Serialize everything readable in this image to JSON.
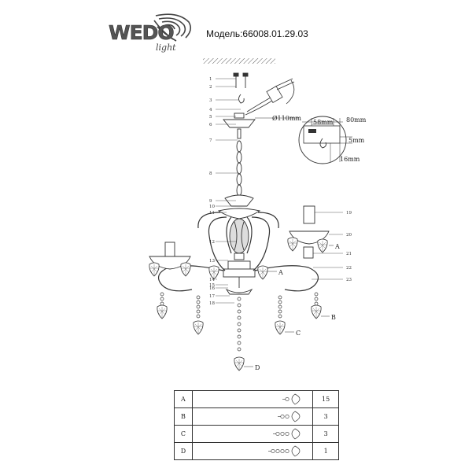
{
  "brand": {
    "name": "WEDO",
    "script": "light"
  },
  "model": {
    "label": "Модель:66008.01.29.03"
  },
  "callouts": {
    "left": [
      "1",
      "2",
      "3",
      "4",
      "5",
      "6",
      "7",
      "8",
      "9",
      "10",
      "11",
      "12",
      "13",
      "14",
      "15",
      "16",
      "17",
      "18"
    ],
    "right": [
      "19",
      "20",
      "21",
      "22",
      "23"
    ],
    "crystals": [
      "A",
      "A",
      "B",
      "C",
      "D"
    ]
  },
  "dimensions": {
    "diameter": "Ø110mm",
    "width": "80mm",
    "inner": "58mm",
    "depth": "5mm",
    "height": "16mm"
  },
  "parts": [
    {
      "code": "A",
      "qty": "15"
    },
    {
      "code": "B",
      "qty": "3"
    },
    {
      "code": "C",
      "qty": "3"
    },
    {
      "code": "D",
      "qty": "1"
    }
  ],
  "colors": {
    "line": "#333333",
    "brand": "#555555"
  }
}
